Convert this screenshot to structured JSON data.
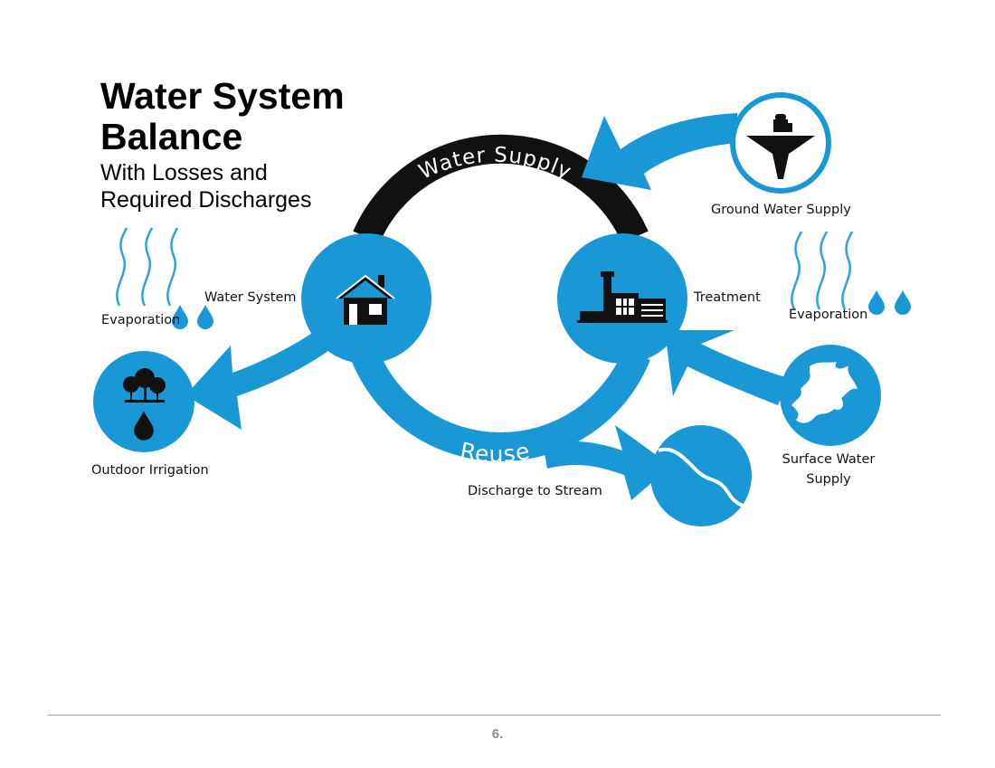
{
  "title": {
    "line1": "Water System",
    "line2": "Balance",
    "sub1": "With Losses and",
    "sub2": "Required Discharges"
  },
  "ring": {
    "top_label": "Water Supply",
    "bottom_label": "Reuse"
  },
  "labels": {
    "water_system": "Water System",
    "treatment": "Treatment",
    "ground_water": "Ground Water Supply",
    "evaporation_left": "Evaporation",
    "evaporation_right": "Evaporation",
    "outdoor_irrigation": "Outdoor Irrigation",
    "discharge": "Discharge to Stream",
    "surface_water_1": "Surface Water",
    "surface_water_2": "Supply"
  },
  "colors": {
    "blue": "#1a98d5",
    "black": "#111111",
    "white": "#ffffff"
  },
  "icons": [
    "house-icon",
    "treatment-plant-icon",
    "well-icon",
    "lake-icon",
    "trees-icon",
    "stream-icon",
    "droplet-icon",
    "vapor-icon"
  ],
  "footer": {
    "page": "6."
  }
}
